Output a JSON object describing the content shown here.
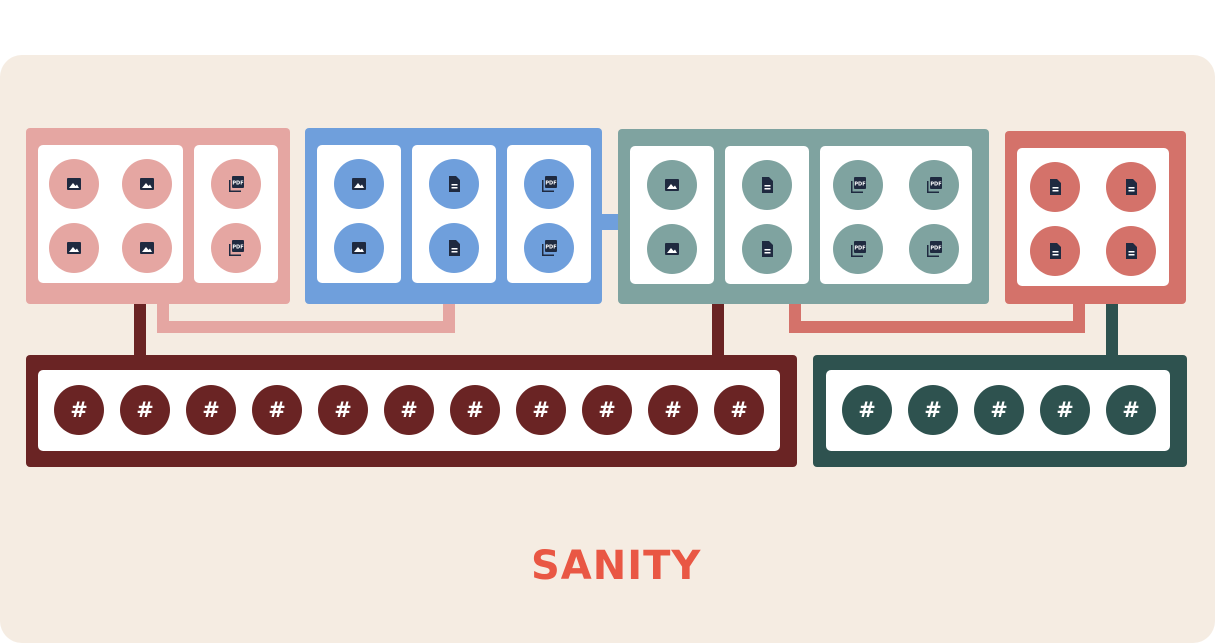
{
  "colors": {
    "background": "#f5ece2",
    "pink": "#e5a6a2",
    "blue": "#6f9fdc",
    "teal": "#7fa3a0",
    "coral": "#d4726a",
    "maroon": "#6a2424",
    "darkgreen": "#2e524f",
    "icon": "#1f2a40",
    "logo": "#e95744"
  },
  "top_groups": [
    {
      "color_key": "pink",
      "panels": [
        [
          "image-icon",
          "image-icon",
          "image-icon",
          "image-icon"
        ],
        [
          "pdf-icon",
          "pdf-icon"
        ]
      ]
    },
    {
      "color_key": "blue",
      "panels": [
        [
          "image-icon",
          "image-icon"
        ],
        [
          "document-icon",
          "document-icon"
        ],
        [
          "pdf-icon",
          "pdf-icon"
        ]
      ]
    },
    {
      "color_key": "teal",
      "panels": [
        [
          "image-icon",
          "image-icon"
        ],
        [
          "document-icon",
          "document-icon"
        ],
        [
          "pdf-icon",
          "pdf-icon",
          "pdf-icon",
          "pdf-icon"
        ]
      ]
    },
    {
      "color_key": "coral",
      "panels": [
        [
          "document-icon",
          "document-icon",
          "document-icon",
          "document-icon"
        ]
      ]
    }
  ],
  "bottom_groups": [
    {
      "color_key": "maroon",
      "items": [
        "#",
        "#",
        "#",
        "#",
        "#",
        "#",
        "#",
        "#",
        "#",
        "#",
        "#"
      ]
    },
    {
      "color_key": "darkgreen",
      "items": [
        "#",
        "#",
        "#",
        "#",
        "#"
      ]
    }
  ],
  "logo": {
    "text": "SANITY"
  }
}
